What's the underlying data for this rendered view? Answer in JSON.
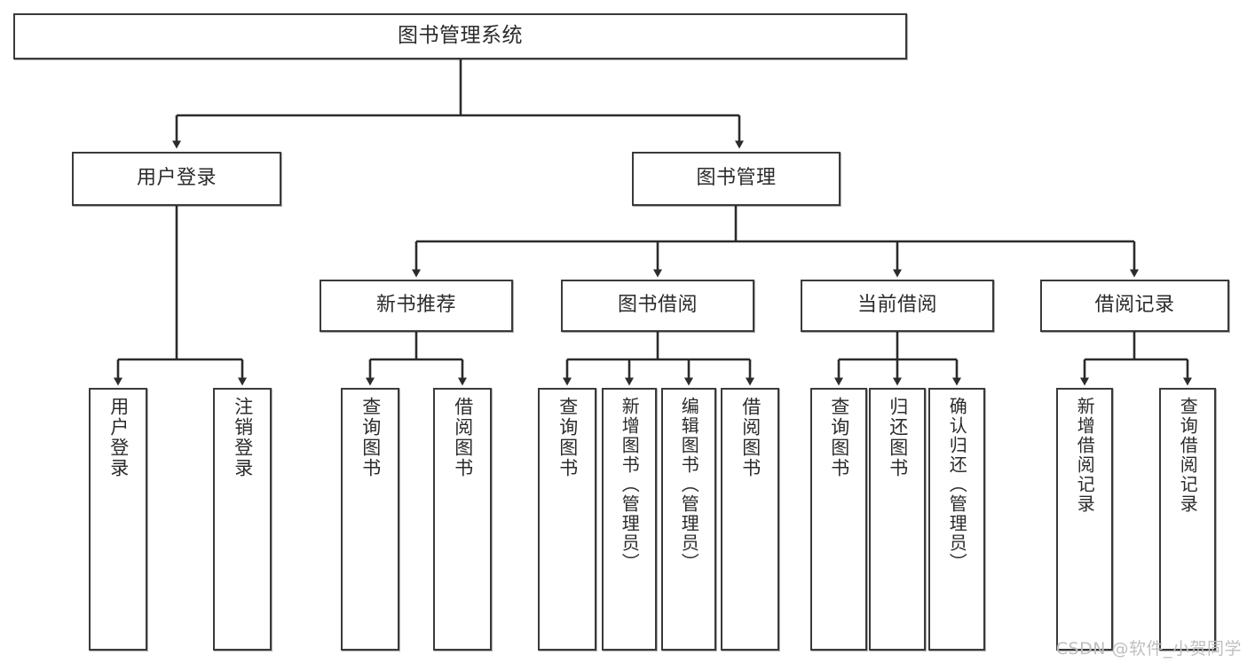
{
  "diagram": {
    "type": "tree-hierarchy",
    "title": "图书管理系统",
    "orientation": "top-down",
    "colors": {
      "background": "#ffffff",
      "box_border": "#3a3a3a",
      "box_fill": "#ffffff",
      "connector": "#2b2b2b",
      "text": "#2b2b2b",
      "watermark": "#bfbfbf"
    },
    "root": {
      "label": "图书管理系统"
    },
    "level2": [
      {
        "label": "用户登录"
      },
      {
        "label": "图书管理"
      }
    ],
    "level3": [
      {
        "label": "新书推荐"
      },
      {
        "label": "图书借阅"
      },
      {
        "label": "当前借阅"
      },
      {
        "label": "借阅记录"
      }
    ],
    "leaves": {
      "user_login": [
        {
          "label": "用户登录"
        },
        {
          "label": "注销登录"
        }
      ],
      "new_book_recommend": [
        {
          "label": "查询图书"
        },
        {
          "label": "借阅图书"
        }
      ],
      "book_borrow": [
        {
          "label": "查询图书"
        },
        {
          "label": "新增图书（管理员）"
        },
        {
          "label": "编辑图书（管理员）"
        },
        {
          "label": "借阅图书"
        }
      ],
      "current_borrow": [
        {
          "label": "查询图书"
        },
        {
          "label": "归还图书"
        },
        {
          "label": "确认归还（管理员）"
        }
      ],
      "borrow_record": [
        {
          "label": "新增借阅记录"
        },
        {
          "label": "查询借阅记录"
        }
      ]
    }
  },
  "watermark": {
    "text": "CSDN @软件_小贺同学"
  }
}
